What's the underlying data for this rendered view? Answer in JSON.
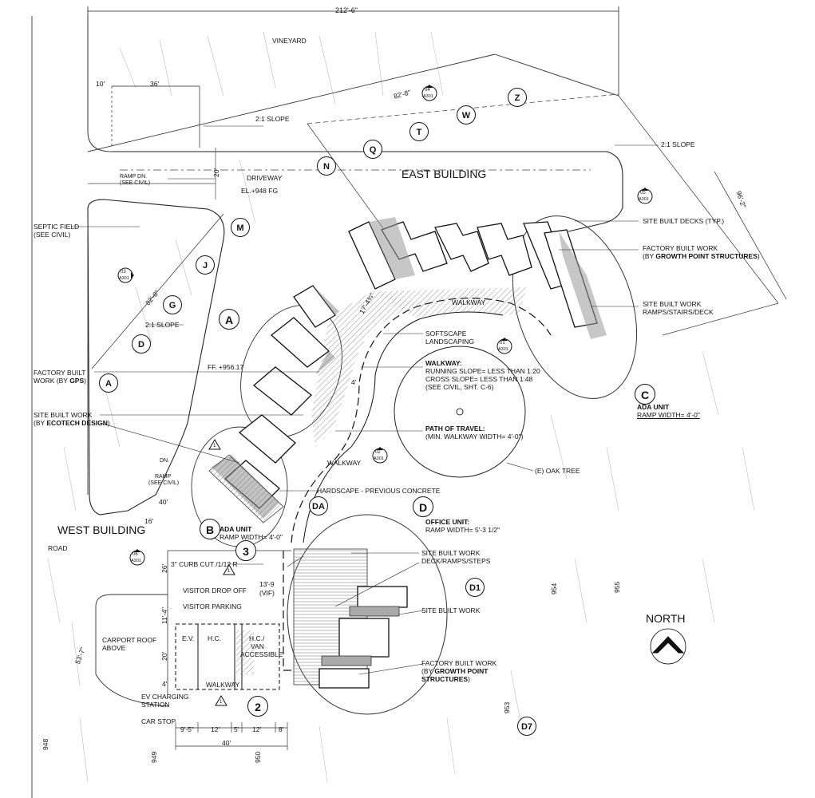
{
  "labels": {
    "dim_top": "212'-6\"",
    "vineyard": "VINEYARD",
    "dim_10": "10'",
    "dim_36": "36'",
    "dim_82_8_top": "82'-8\"",
    "slope_top": "2:1 SLOPE",
    "slope_right": "2:1 SLOPE",
    "dim_96_2": "96'-2\"",
    "east_building": "EAST BUILDING",
    "driveway": "DRIVEWAY",
    "el_948": "EL.+948 FG",
    "ramp_dn_top": "RAMP        DN.",
    "see_civil_top": "(SEE CIVIL)",
    "dim_20": "20'",
    "septic_1": "SEPTIC FIELD",
    "septic_2": "(SEE CIVIL)",
    "dim_82_8_left": "82'-8\"",
    "slope_left": "2:1 SLOPE",
    "dim_17_4": "17'-4¾\"",
    "walkway_upper": "WALKWAY",
    "softscape_1": "SOFTSCAPE",
    "softscape_2": "LANDSCAPING",
    "ff_956": "FF. +956.17",
    "fbw_left_1": "FACTORY BUILT",
    "fbw_left_2_pre": "WORK (BY ",
    "fbw_left_2_b": "GPS",
    "fbw_left_2_post": ")",
    "sbw_left_1": "SITE BUILT WORK",
    "sbw_left_2_pre": "(BY ",
    "sbw_left_2_b": "ECOTECH DESIGN",
    "sbw_left_2_post": ")",
    "dim_4": "4'",
    "walkway_title": "WALKWAY:",
    "walkway_1": "RUNNING SLOPE= LESS THAN 1:20",
    "walkway_2": "CROSS SLOPE= LESS THAN 1:48",
    "walkway_3": "(SEE CIVIL, SHT. C-6)",
    "path_title": "PATH OF TRAVEL:",
    "path_1": "(MIN. WALKWAY WIDTH= 4'-0\")",
    "walkway_lower": "WALKWAY",
    "oak_tree": "(E) OAK TREE",
    "ada_c_title": "ADA UNIT",
    "ada_c_ramp": "RAMP WIDTH= 4'-0\"",
    "site_decks": "SITE BUILT DECKS (TYP.)",
    "fbw_right_1": "FACTORY BUILT WORK",
    "fbw_right_2_pre": "(BY ",
    "fbw_right_2_b": "GROWTH POINT STRUCTURES",
    "fbw_right_2_post": ")",
    "sbw_right_1": "SITE BUILT WORK",
    "sbw_right_2": "RAMPS/STAIRS/DECK",
    "dn_left": "DN.",
    "ramp_left": "RAMP",
    "see_civil_left": "(SEE CIVIL)",
    "dim_40_left": "40'",
    "dim_16": "16'",
    "west_building": "WEST BUILDING",
    "road": "ROAD",
    "hardscape": "HARDSCAPE - PREVIOUS CONCRETE",
    "ada_b_title": "ADA UNIT",
    "ada_b_ramp": "RAMP WIDTH= 4'-0\"",
    "office_title": "OFFICE UNIT:",
    "office_ramp": "RAMP WIDTH= 5'-3 1/2\"",
    "sbw_deck_1": "SITE BUILT WORK",
    "sbw_deck_2": "DECK/RAMPS/STEPS",
    "curb_cut": "3\" CURB CUT /1/12 R",
    "dim_26": "26'",
    "dim_13_9": "13'-9",
    "vif": "(VIF)",
    "visitor_drop": "VISITOR DROP OFF",
    "visitor_parking": "VISITOR PARKING",
    "dim_11_4": "11'-4\"",
    "carport_1": "CARPORT ROOF",
    "carport_2": "ABOVE",
    "dim_20_park": "20'",
    "dim_4_park": "4'",
    "ev": "E.V.",
    "hc": "H.C.",
    "hc_van_1": "H.C./",
    "hc_van_2": "VAN",
    "hc_van_3": "ACCESSIBLE",
    "walkway_park": "WALKWAY",
    "ev_charging_1": "EV CHARGING",
    "ev_charging_2": "STATION",
    "car_stop": "CAR STOP",
    "dim_9_5": "9'-5\"",
    "dim_12a": "12'",
    "dim_5": "5'",
    "dim_12b": "12'",
    "dim_8": "8'",
    "dim_40_bottom": "40'",
    "dim_53_7": "53'-7\"",
    "sbw_mid": "SITE BUILT WORK",
    "fbw_bot_1": "FACTORY BUILT WORK",
    "fbw_bot_2_pre": "(BY ",
    "fbw_bot_2_b": "GROWTH POINT",
    "fbw_bot_3_b": "STRUCTURES",
    "fbw_bot_3_post": ")",
    "north": "NORTH",
    "contour_948": "948",
    "contour_949": "949",
    "contour_950": "950",
    "contour_953": "953",
    "contour_954": "954",
    "contour_955": "955"
  },
  "grid_bubbles": {
    "Z": "Z",
    "W": "W",
    "T": "T",
    "Q": "Q",
    "N": "N",
    "M": "M",
    "J": "J",
    "G": "G",
    "D": "D",
    "A": "A",
    "A2": "A",
    "B": "B",
    "C": "C",
    "DA": "DA",
    "D2": "D",
    "D1": "D1",
    "D7": "D7",
    "n3": "3",
    "n2": "2"
  },
  "section_marks": {
    "s04": {
      "num": "04",
      "sheet": "A301"
    },
    "s05": {
      "num": "05",
      "sheet": "A301"
    },
    "s03": {
      "num": "03",
      "sheet": "A301"
    },
    "s01": {
      "num": "01",
      "sheet": "A301"
    },
    "s02": {
      "num": "02",
      "sheet": "A301"
    },
    "s06": {
      "num": "06",
      "sheet": "A301"
    }
  },
  "rev_tags": {
    "t1": "1",
    "t2": "1",
    "t3": "1"
  }
}
